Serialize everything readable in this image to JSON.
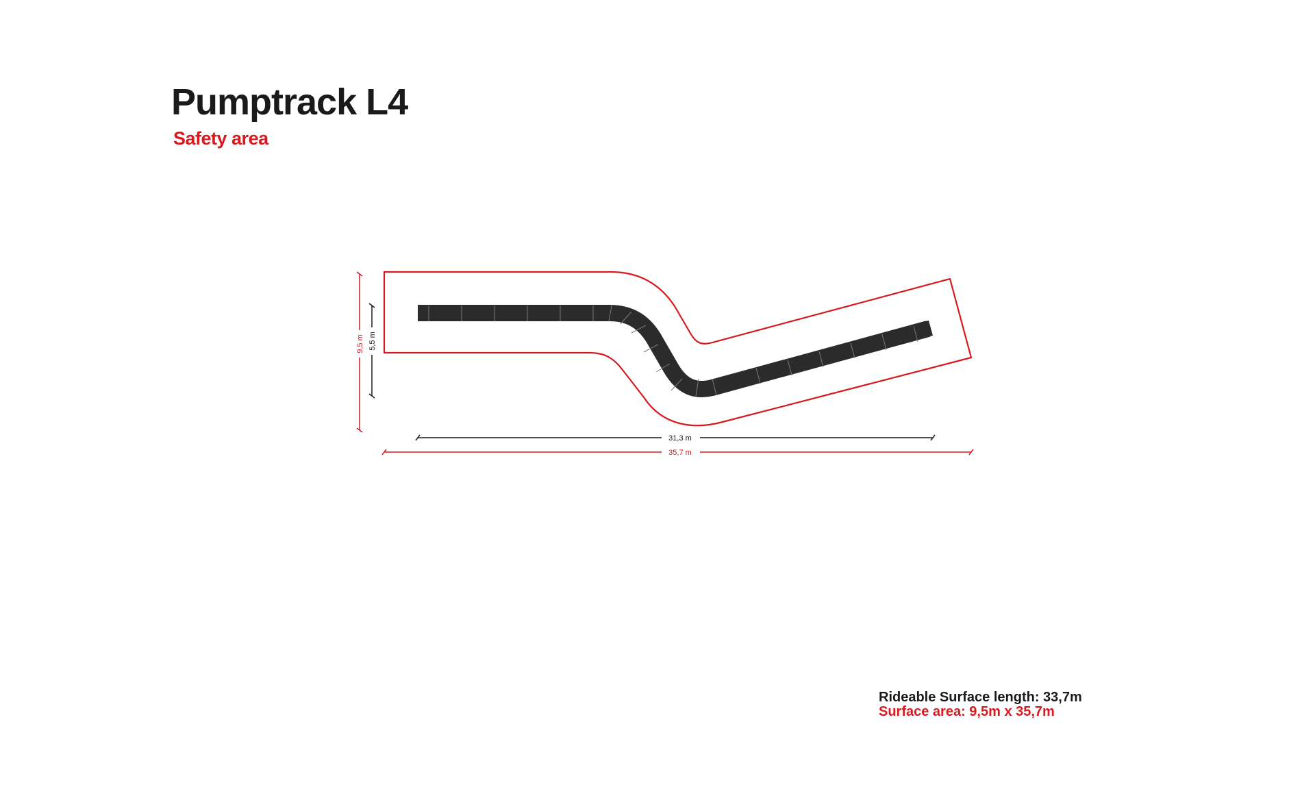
{
  "header": {
    "title": "Pumptrack L4",
    "subtitle": "Safety area"
  },
  "dimensions": {
    "track_height": "5,5 m",
    "safety_height": "9,5 m",
    "track_length": "31,3 m",
    "safety_length": "35,7 m"
  },
  "info": {
    "rideable_length": "Rideable Surface length: 33,7m",
    "surface_area": "Surface area: 9,5m x 35,7m"
  },
  "colors": {
    "accent": "#d71920",
    "track": "#2b2b2b",
    "text": "#1a1a1a"
  }
}
